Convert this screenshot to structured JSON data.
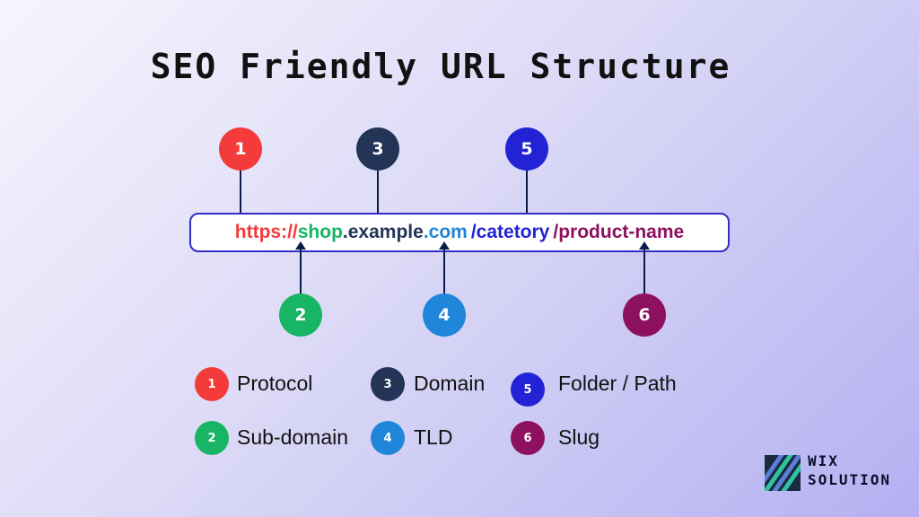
{
  "title": "SEO Friendly URL Structure",
  "url": {
    "protocol": "https://",
    "subdomain": "shop",
    "domain": ".example",
    "tld": ".com",
    "folder": "/catetory",
    "slug": "/product-name"
  },
  "markers": [
    "1",
    "2",
    "3",
    "4",
    "5",
    "6"
  ],
  "legend": [
    {
      "num": "1",
      "label": "Protocol"
    },
    {
      "num": "2",
      "label": "Sub-domain"
    },
    {
      "num": "3",
      "label": "Domain"
    },
    {
      "num": "4",
      "label": "TLD"
    },
    {
      "num": "5",
      "label": "Folder / Path"
    },
    {
      "num": "6",
      "label": "Slug"
    }
  ],
  "colors": {
    "protocol": "#f43b3b",
    "subdomain": "#17b564",
    "domain": "#243456",
    "tld": "#1f86d9",
    "folder": "#2323d6",
    "slug": "#8e1160"
  },
  "logo": {
    "icon": "stripes-logo-icon",
    "line1": "WIX",
    "line2": "SOLUTION"
  }
}
